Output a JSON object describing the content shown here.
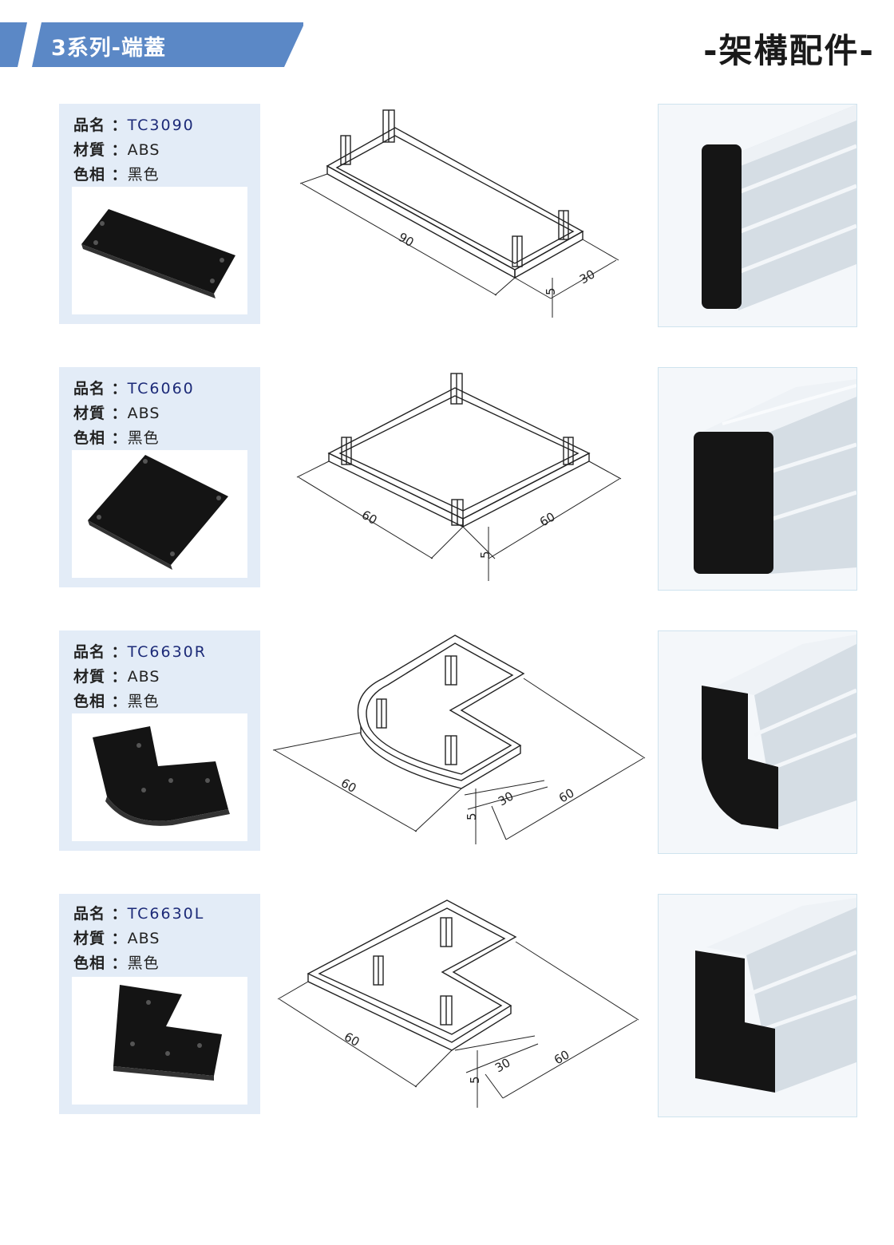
{
  "header": {
    "section_title": "3系列-端蓋",
    "category": "-架構配件-",
    "band_color": "#5b88c6"
  },
  "labels": {
    "name": "品名",
    "material": "材質",
    "color": "色相",
    "colon": "："
  },
  "products": [
    {
      "name": "TC3090",
      "material": "ABS",
      "color": "黑色",
      "dims": [
        "90",
        "30",
        "5"
      ]
    },
    {
      "name": "TC6060",
      "material": "ABS",
      "color": "黑色",
      "dims": [
        "60",
        "60",
        "5"
      ]
    },
    {
      "name": "TC6630R",
      "material": "ABS",
      "color": "黑色",
      "dims": [
        "60",
        "30",
        "60",
        "5"
      ]
    },
    {
      "name": "TC6630L",
      "material": "ABS",
      "color": "黑色",
      "dims": [
        "60",
        "30",
        "60",
        "5"
      ]
    }
  ],
  "colors": {
    "panel": "#e3ecf7",
    "product_code": "#1c2a78",
    "cap": "#151515",
    "aluminum": "#c9d2da"
  }
}
